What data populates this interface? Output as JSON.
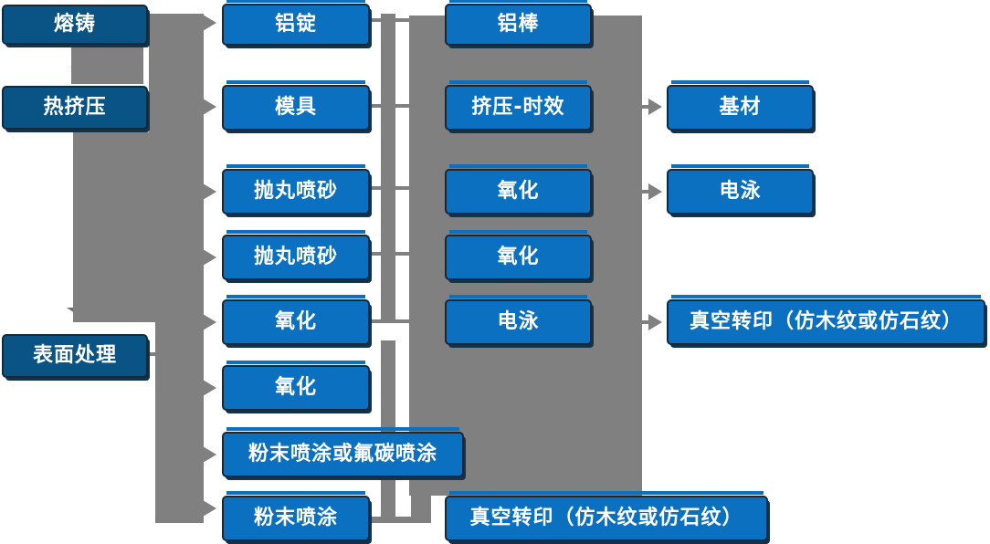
{
  "diagram": {
    "type": "flowchart",
    "language": "zh-CN",
    "colors": {
      "box_blue": "#0b70c0",
      "box_dark_blue": "#0a5385",
      "box_border_navy": "#15293a",
      "connector_gray": "#808080",
      "down_arrow_gray": "#6d6d6d",
      "text_white": "#ffffff",
      "background": "#ffffff"
    }
  },
  "nodes": [
    {
      "id": "melting-casting",
      "label": "熔铸"
    },
    {
      "id": "hot-extrusion",
      "label": "热挤压"
    },
    {
      "id": "surface-treatment",
      "label": "表面处理"
    },
    {
      "id": "aluminum-ingot",
      "label": "铝锭"
    },
    {
      "id": "mold",
      "label": "模具"
    },
    {
      "id": "shot-blasting-1",
      "label": "抛丸喷砂"
    },
    {
      "id": "shot-blasting-2",
      "label": "抛丸喷砂"
    },
    {
      "id": "oxidation-1",
      "label": "氧化"
    },
    {
      "id": "oxidation-2",
      "label": "氧化"
    },
    {
      "id": "powder-or-fluorocarbon",
      "label": "粉末喷涂或氟碳喷涂"
    },
    {
      "id": "powder-coating",
      "label": "粉末喷涂"
    },
    {
      "id": "aluminum-rod",
      "label": "铝棒"
    },
    {
      "id": "extrusion-aging",
      "label": "挤压-时效"
    },
    {
      "id": "oxidation-3",
      "label": "氧化"
    },
    {
      "id": "oxidation-4",
      "label": "氧化"
    },
    {
      "id": "electrophoresis-1",
      "label": "电泳"
    },
    {
      "id": "vacuum-transfer-bottom",
      "label": "真空转印（仿木纹或仿石纹）"
    },
    {
      "id": "base-material",
      "label": "基材"
    },
    {
      "id": "electrophoresis-2",
      "label": "电泳"
    },
    {
      "id": "vacuum-transfer-right",
      "label": "真空转印（仿木纹或仿石纹）"
    }
  ]
}
